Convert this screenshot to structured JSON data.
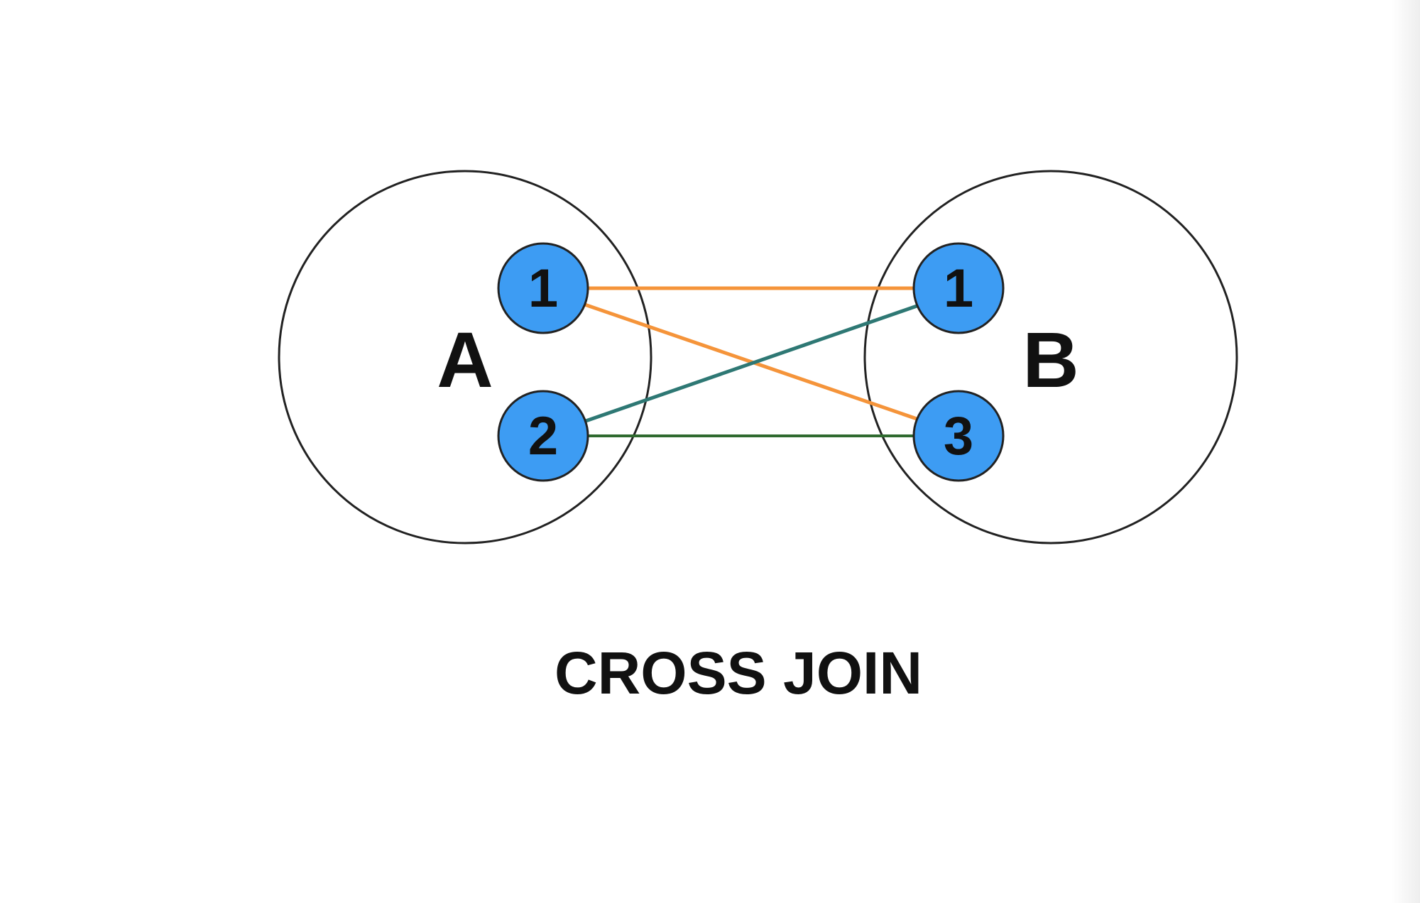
{
  "diagram": {
    "sets": [
      {
        "id": "A",
        "label": "A",
        "items": [
          "1",
          "2"
        ]
      },
      {
        "id": "B",
        "label": "B",
        "items": [
          "1",
          "3"
        ]
      }
    ],
    "links": [
      {
        "from": "A.1",
        "to": "B.1",
        "color": "#f5943a"
      },
      {
        "from": "A.1",
        "to": "B.3",
        "color": "#f5943a"
      },
      {
        "from": "A.2",
        "to": "B.1",
        "color": "#2e7874"
      },
      {
        "from": "A.2",
        "to": "B.3",
        "color": "#2f6a2f"
      }
    ],
    "node_color": "#3d9cf3",
    "caption": "CROSS JOIN"
  }
}
